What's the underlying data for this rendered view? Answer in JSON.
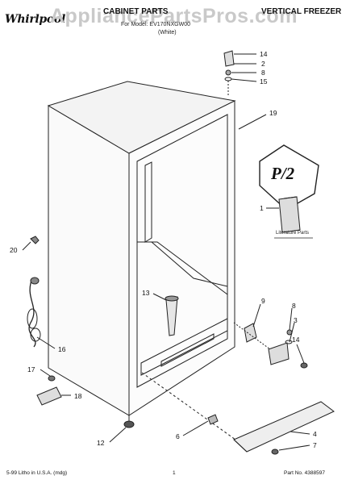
{
  "header": {
    "brand": "Whirlpool",
    "watermark": "AppliancePartsPros.com",
    "title_left": "CABINET PARTS",
    "title_right": "VERTICAL FREEZER",
    "for_model": "For Model: EV170NXGW00",
    "color": "(White)"
  },
  "callouts": [
    "14",
    "2",
    "8",
    "15",
    "19",
    "1",
    "20",
    "13",
    "9",
    "8",
    "3",
    "14",
    "16",
    "17",
    "18",
    "12",
    "6",
    "4",
    "7"
  ],
  "literature_label": "Literature Parts",
  "pi2_label": "P/2",
  "footer": {
    "left": "5-99 Litho in U.S.A. (mdg)",
    "center": "1",
    "right": "Part No. 4388597"
  },
  "colors": {
    "line": "#222222",
    "watermark": "#c9c9c9"
  }
}
